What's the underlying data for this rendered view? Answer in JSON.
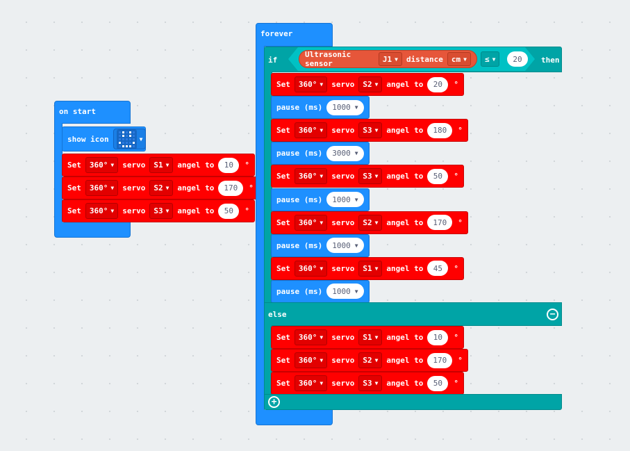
{
  "on_start": {
    "label": "on start",
    "show_icon_label": "show icon",
    "icon": "smiley-icon",
    "servos": [
      {
        "set": "Set",
        "mode": "360°",
        "servo_word": "servo",
        "port": "S1",
        "angle_word": "angel to",
        "value": "10",
        "unit": "°"
      },
      {
        "set": "Set",
        "mode": "360°",
        "servo_word": "servo",
        "port": "S2",
        "angle_word": "angel to",
        "value": "170",
        "unit": "°"
      },
      {
        "set": "Set",
        "mode": "360°",
        "servo_word": "servo",
        "port": "S3",
        "angle_word": "angel to",
        "value": "50",
        "unit": "°"
      }
    ]
  },
  "forever": {
    "label": "forever",
    "if_label": "if",
    "then_label": "then",
    "else_label": "else",
    "sensor": {
      "label": "Ultrasonic sensor",
      "port": "J1",
      "measure": "distance",
      "unit": "cm"
    },
    "operator": "≤",
    "threshold": "20",
    "then_blocks": [
      {
        "set": "Set",
        "mode": "360°",
        "servo_word": "servo",
        "port": "S2",
        "angle_word": "angel to",
        "value": "20",
        "unit": "°"
      },
      {
        "pause_label": "pause (ms)",
        "ms": "1000"
      },
      {
        "set": "Set",
        "mode": "360°",
        "servo_word": "servo",
        "port": "S3",
        "angle_word": "angel to",
        "value": "180",
        "unit": "°"
      },
      {
        "pause_label": "pause (ms)",
        "ms": "3000"
      },
      {
        "set": "Set",
        "mode": "360°",
        "servo_word": "servo",
        "port": "S3",
        "angle_word": "angel to",
        "value": "50",
        "unit": "°"
      },
      {
        "pause_label": "pause (ms)",
        "ms": "1000"
      },
      {
        "set": "Set",
        "mode": "360°",
        "servo_word": "servo",
        "port": "S2",
        "angle_word": "angel to",
        "value": "170",
        "unit": "°"
      },
      {
        "pause_label": "pause (ms)",
        "ms": "1000"
      },
      {
        "set": "Set",
        "mode": "360°",
        "servo_word": "servo",
        "port": "S1",
        "angle_word": "angel to",
        "value": "45",
        "unit": "°"
      },
      {
        "pause_label": "pause (ms)",
        "ms": "1000"
      }
    ],
    "else_blocks": [
      {
        "set": "Set",
        "mode": "360°",
        "servo_word": "servo",
        "port": "S1",
        "angle_word": "angel to",
        "value": "10",
        "unit": "°"
      },
      {
        "set": "Set",
        "mode": "360°",
        "servo_word": "servo",
        "port": "S2",
        "angle_word": "angel to",
        "value": "170",
        "unit": "°"
      },
      {
        "set": "Set",
        "mode": "360°",
        "servo_word": "servo",
        "port": "S3",
        "angle_word": "angel to",
        "value": "50",
        "unit": "°"
      }
    ],
    "icons": {
      "remove_else": "minus-circle-icon",
      "add_else_if": "plus-circle-icon"
    }
  },
  "colors": {
    "workspace": "#eceff1",
    "control_blue": "#1e90ff",
    "servo_red": "#ff0000",
    "logic_teal": "#00a4a6",
    "sensor_orange": "#e6563a"
  }
}
